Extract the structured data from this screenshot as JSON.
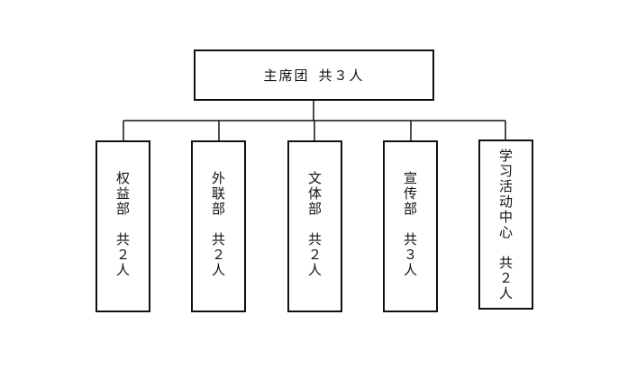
{
  "root": {
    "label": "主席团",
    "count_label": "共３人"
  },
  "departments": [
    {
      "name": [
        "权",
        "益",
        "部"
      ],
      "count": [
        "共",
        "２",
        "人"
      ]
    },
    {
      "name": [
        "外",
        "联",
        "部"
      ],
      "count": [
        "共",
        "２",
        "人"
      ]
    },
    {
      "name": [
        "文",
        "体",
        "部"
      ],
      "count": [
        "共",
        "２",
        "人"
      ]
    },
    {
      "name": [
        "宣",
        "传",
        "部"
      ],
      "count": [
        "共",
        "３",
        "人"
      ]
    },
    {
      "name": [
        "学",
        "习",
        "活",
        "动",
        "中",
        "心"
      ],
      "count": [
        "共",
        "２",
        "人"
      ]
    }
  ],
  "colors": {
    "line": "#111111",
    "box_border": "#111111",
    "background": "#ffffff"
  }
}
